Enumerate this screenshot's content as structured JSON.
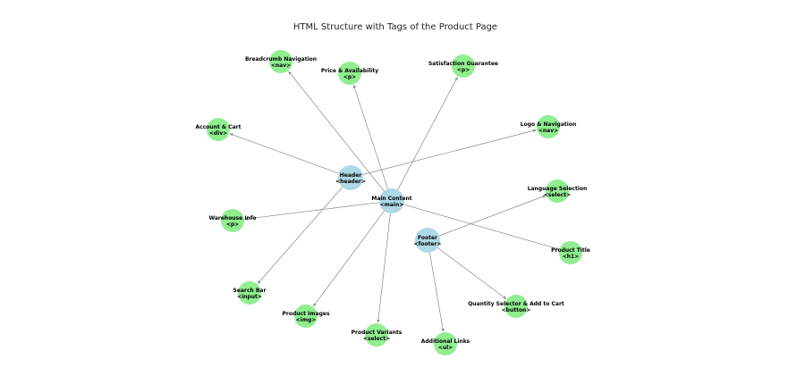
{
  "title": "HTML Structure with Tags of the Product Page",
  "colors": {
    "hub": "#add8e6",
    "leaf": "#90ee90",
    "edge": "#888888"
  },
  "nodes": [
    {
      "id": "header",
      "kind": "hub",
      "line1": "Header",
      "line2": "<header>"
    },
    {
      "id": "main",
      "kind": "hub",
      "line1": "Main Content",
      "line2": "<main>"
    },
    {
      "id": "footer",
      "kind": "hub",
      "line1": "Footer",
      "line2": "<footer>"
    },
    {
      "id": "logo",
      "kind": "leaf",
      "line1": "Logo & Navigation",
      "line2": "<nav>"
    },
    {
      "id": "search",
      "kind": "leaf",
      "line1": "Search Bar",
      "line2": "<input>"
    },
    {
      "id": "account",
      "kind": "leaf",
      "line1": "Account & Cart",
      "line2": "<div>"
    },
    {
      "id": "breadcrumb",
      "kind": "leaf",
      "line1": "Breadcrumb Navigation",
      "line2": "<nav>"
    },
    {
      "id": "title",
      "kind": "leaf",
      "line1": "Product Title",
      "line2": "<h1>"
    },
    {
      "id": "images",
      "kind": "leaf",
      "line1": "Product Images",
      "line2": "<img>"
    },
    {
      "id": "price",
      "kind": "leaf",
      "line1": "Price & Availability",
      "line2": "<p>"
    },
    {
      "id": "variants",
      "kind": "leaf",
      "line1": "Product Variants",
      "line2": "<select>"
    },
    {
      "id": "quantity",
      "kind": "leaf",
      "line1": "Quantity Selector & Add to Cart",
      "line2": "<button>"
    },
    {
      "id": "warehouse",
      "kind": "leaf",
      "line1": "Warehouse Info",
      "line2": "<p>"
    },
    {
      "id": "guarantee",
      "kind": "leaf",
      "line1": "Satisfaction Guarantee",
      "line2": "<p>"
    },
    {
      "id": "links",
      "kind": "leaf",
      "line1": "Additional Links",
      "line2": "<ul>"
    },
    {
      "id": "language",
      "kind": "leaf",
      "line1": "Language Selection",
      "line2": "<select>"
    }
  ],
  "edges": [
    {
      "from": "header",
      "to": "logo"
    },
    {
      "from": "header",
      "to": "search"
    },
    {
      "from": "header",
      "to": "account"
    },
    {
      "from": "main",
      "to": "breadcrumb"
    },
    {
      "from": "main",
      "to": "title"
    },
    {
      "from": "main",
      "to": "images"
    },
    {
      "from": "main",
      "to": "price"
    },
    {
      "from": "main",
      "to": "variants"
    },
    {
      "from": "main",
      "to": "warehouse"
    },
    {
      "from": "main",
      "to": "guarantee"
    },
    {
      "from": "footer",
      "to": "quantity"
    },
    {
      "from": "footer",
      "to": "links"
    },
    {
      "from": "footer",
      "to": "language"
    }
  ]
}
